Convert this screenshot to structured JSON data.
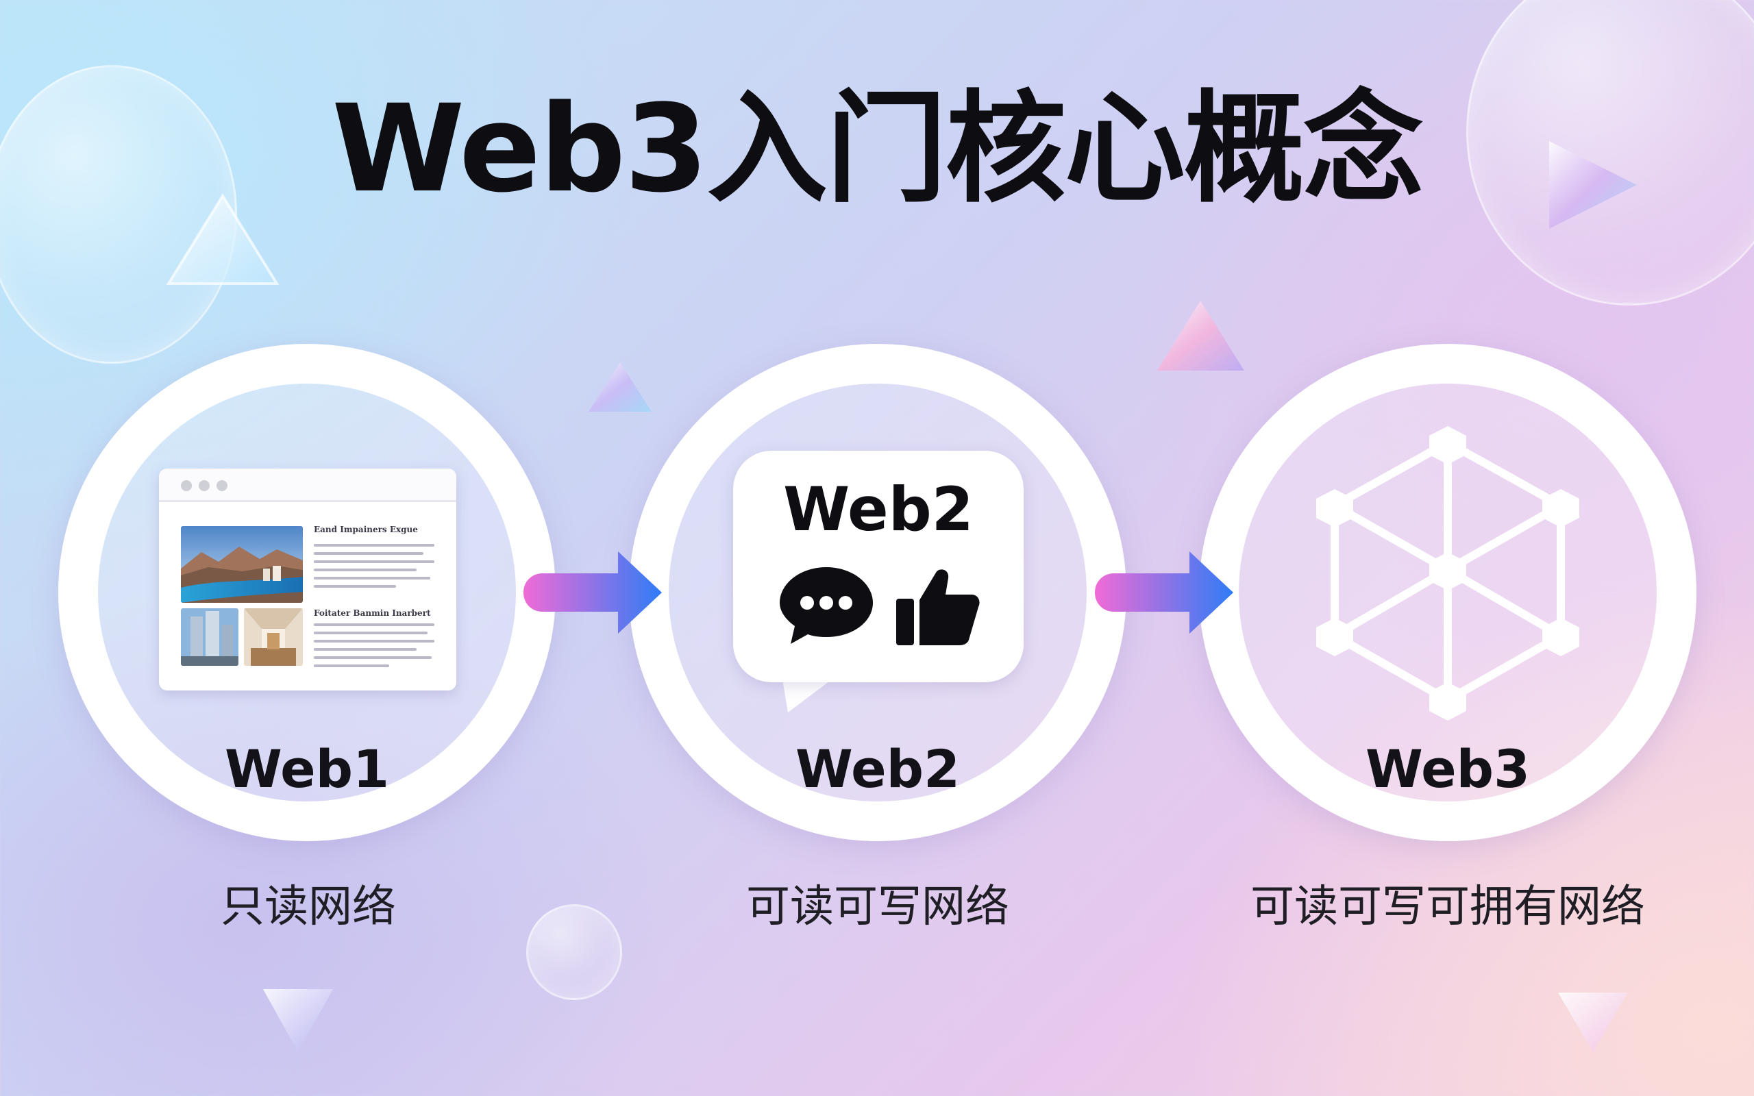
{
  "title": "Web3入门核心概念",
  "stages": [
    {
      "label": "Web1",
      "caption": "只读网络",
      "icon": "browser-window-icon"
    },
    {
      "label": "Web2",
      "caption": "可读可写网络",
      "icon": "chat-bubble-icon",
      "bubble_text": "Web2"
    },
    {
      "label": "Web3",
      "caption": "可读可写可拥有网络",
      "icon": "network-hexagon-icon"
    }
  ],
  "browser_headlines": [
    "Eand Impainers Exgue",
    "Foitater Banmin Inarbert"
  ],
  "colors": {
    "arrow_start": "#f06bd6",
    "arrow_end": "#2f7cf6",
    "text": "#0d0d12",
    "ring": "#ffffff"
  }
}
